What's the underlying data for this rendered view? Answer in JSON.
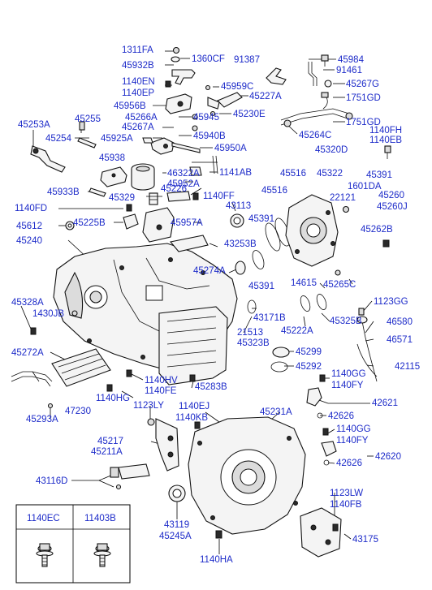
{
  "parts": {
    "p1311FA": "1311FA",
    "p1360CF": "1360CF",
    "p45932B": "45932B",
    "p91387": "91387",
    "p45984": "45984",
    "p91461": "91461",
    "p1140EN": "1140EN",
    "p1140EP": "1140EP",
    "p45959C": "45959C",
    "p45267G": "45267G",
    "p45227A": "45227A",
    "p1751GD": "1751GD",
    "p45956B": "45956B",
    "p45230E": "45230E",
    "p45266A": "45266A",
    "p45945": "45945",
    "p45267A": "45267A",
    "p1751GD_2": "1751GD",
    "p45253A": "45253A",
    "p45255": "45255",
    "p45940B": "45940B",
    "p45264C": "45264C",
    "p1140FH": "1140FH",
    "p1140EB": "1140EB",
    "p45254": "45254",
    "p45925A": "45925A",
    "p45320D": "45320D",
    "p45950A": "45950A",
    "p45938": "45938",
    "p1141AB": "1141AB",
    "p46322A": "46322A",
    "p45516": "45516",
    "p45322": "45322",
    "p45391": "45391",
    "p45952A": "45952A",
    "p45933B": "45933B",
    "p45226": "45226",
    "p45516_2": "45516",
    "p1601DA": "1601DA",
    "p45329": "45329",
    "p1140FF": "1140FF",
    "p22121": "22121",
    "p45260": "45260",
    "p1140FD": "1140FD",
    "p43113": "43113",
    "p45260J": "45260J",
    "p45391_2": "45391",
    "p45612": "45612",
    "p45225B": "45225B",
    "p45957A": "45957A",
    "p45262B": "45262B",
    "p45240": "45240",
    "p43253B": "43253B",
    "p45274A": "45274A",
    "p14615": "14615",
    "p45265C": "45265C",
    "p45391_3": "45391",
    "p45328A": "45328A",
    "p1123GG": "1123GG",
    "p1430JB": "1430JB",
    "p43171B": "43171B",
    "p45325B": "45325B",
    "p46580": "46580",
    "p21513": "21513",
    "p45222A": "45222A",
    "p45323B": "45323B",
    "p46571": "46571",
    "p45272A": "45272A",
    "p45299": "45299",
    "p42115": "42115",
    "p45292": "45292",
    "p1140GG": "1140GG",
    "p1140HV": "1140HV",
    "p1140FY": "1140FY",
    "p1140FE": "1140FE",
    "p45283B": "45283B",
    "p42621": "42621",
    "p47230": "47230",
    "p1140HG": "1140HG",
    "p1123LY": "1123LY",
    "p1140EJ": "1140EJ",
    "p45231A": "45231A",
    "p42626": "42626",
    "p45293A": "45293A",
    "p1140KB": "1140KB",
    "p1140GG_2": "1140GG",
    "p45217": "45217",
    "p1140FY_2": "1140FY",
    "p45211A": "45211A",
    "p42620": "42620",
    "p42626_2": "42626",
    "p43116D": "43116D",
    "p1123LW": "1123LW",
    "p1140FB": "1140FB",
    "p43119": "43119",
    "p45245A": "45245A",
    "p43175": "43175",
    "p1140HA": "1140HA"
  },
  "fastener_table": {
    "col1": "1140EC",
    "col2": "11403B"
  }
}
